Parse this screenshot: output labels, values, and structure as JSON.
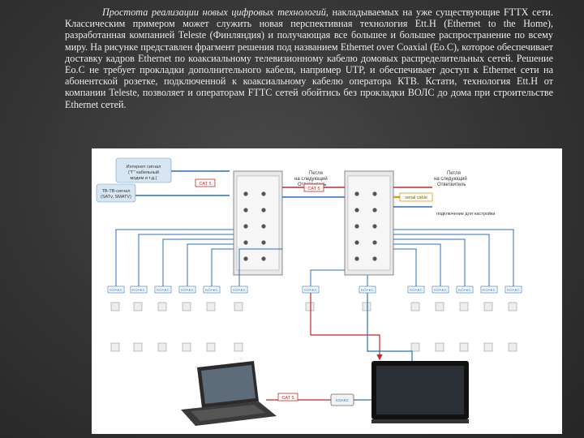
{
  "text": {
    "lead": "Простота реализации новых цифровых технологий,",
    "body": " накладываемых на уже существующие FTTX сети. Классическим примером может служить новая перспективная технология Ett.H (Ethernet to the Home), разработанная компанией Teleste (Финляндия) и получающая все большее и большее распространение по всему миру. На рисунке представлен фрагмент решения под названием Ethernet over Coaxial (Eo.C), которое обеспечивает доставку кадров Ethernet по коаксиальному телевизионному кабелю домовых распределительных сетей. Решение Eo.C не требует прокладки дополнительного кабеля, например UTP, и обеспечивает доступ к Ethernet сети на абонентской розетке, подключенной к коаксиальному кабелю оператора КТВ. Кстати, технология Ett.H от компании Teleste, позволяет и операторам FTTC сетей обойтись без прокладки ВОЛС до дома при строительстве Ethernet сетей."
  },
  "figure": {
    "labels": {
      "internet_signal": "Интернет сигнал (\"Г\" кабельный модем и т.д.)",
      "tv_signal": "ТВ-ТВ-сигнал (SATv, SMATV)",
      "loop_next_left": "Петля на следующий Ответвитель",
      "loop_next_right": "Петля на следующий Ответвитель",
      "serial_cable": "serial cable",
      "config_connection": "подключение для настройки",
      "cat5": "CAT 5",
      "koax": "KOAKC"
    },
    "colors": {
      "cable": "#2a6fb5",
      "cat5_cable": "#c62828",
      "serial_cable": "#d89a1a",
      "label_box": "#d8e6f3"
    }
  }
}
